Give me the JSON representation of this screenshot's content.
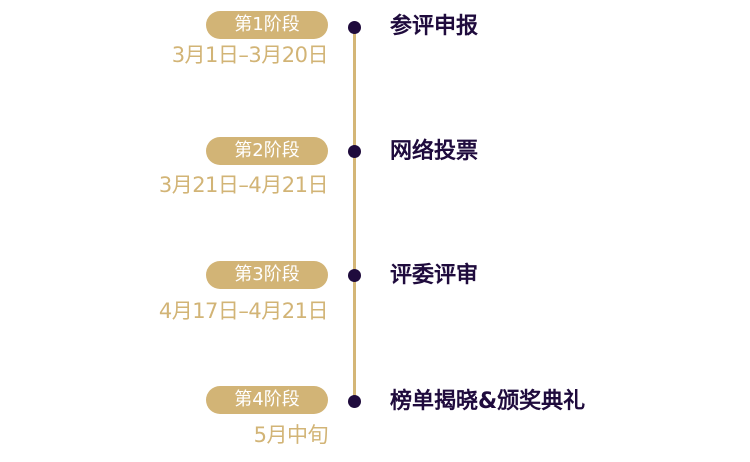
{
  "colors": {
    "accent_gold": "#d2b476",
    "dark_purple": "#1f0b3d",
    "background": "#ffffff"
  },
  "stages": [
    {
      "badge": "第1阶段",
      "date": "3月1日–3月20日",
      "title": "参评申报"
    },
    {
      "badge": "第2阶段",
      "date": "3月21日–4月21日",
      "title": "网络投票"
    },
    {
      "badge": "第3阶段",
      "date": "4月17日–4月21日",
      "title": "评委评审"
    },
    {
      "badge": "第4阶段",
      "date": "5月中旬",
      "title": "榜单揭晓&颁奖典礼"
    }
  ]
}
